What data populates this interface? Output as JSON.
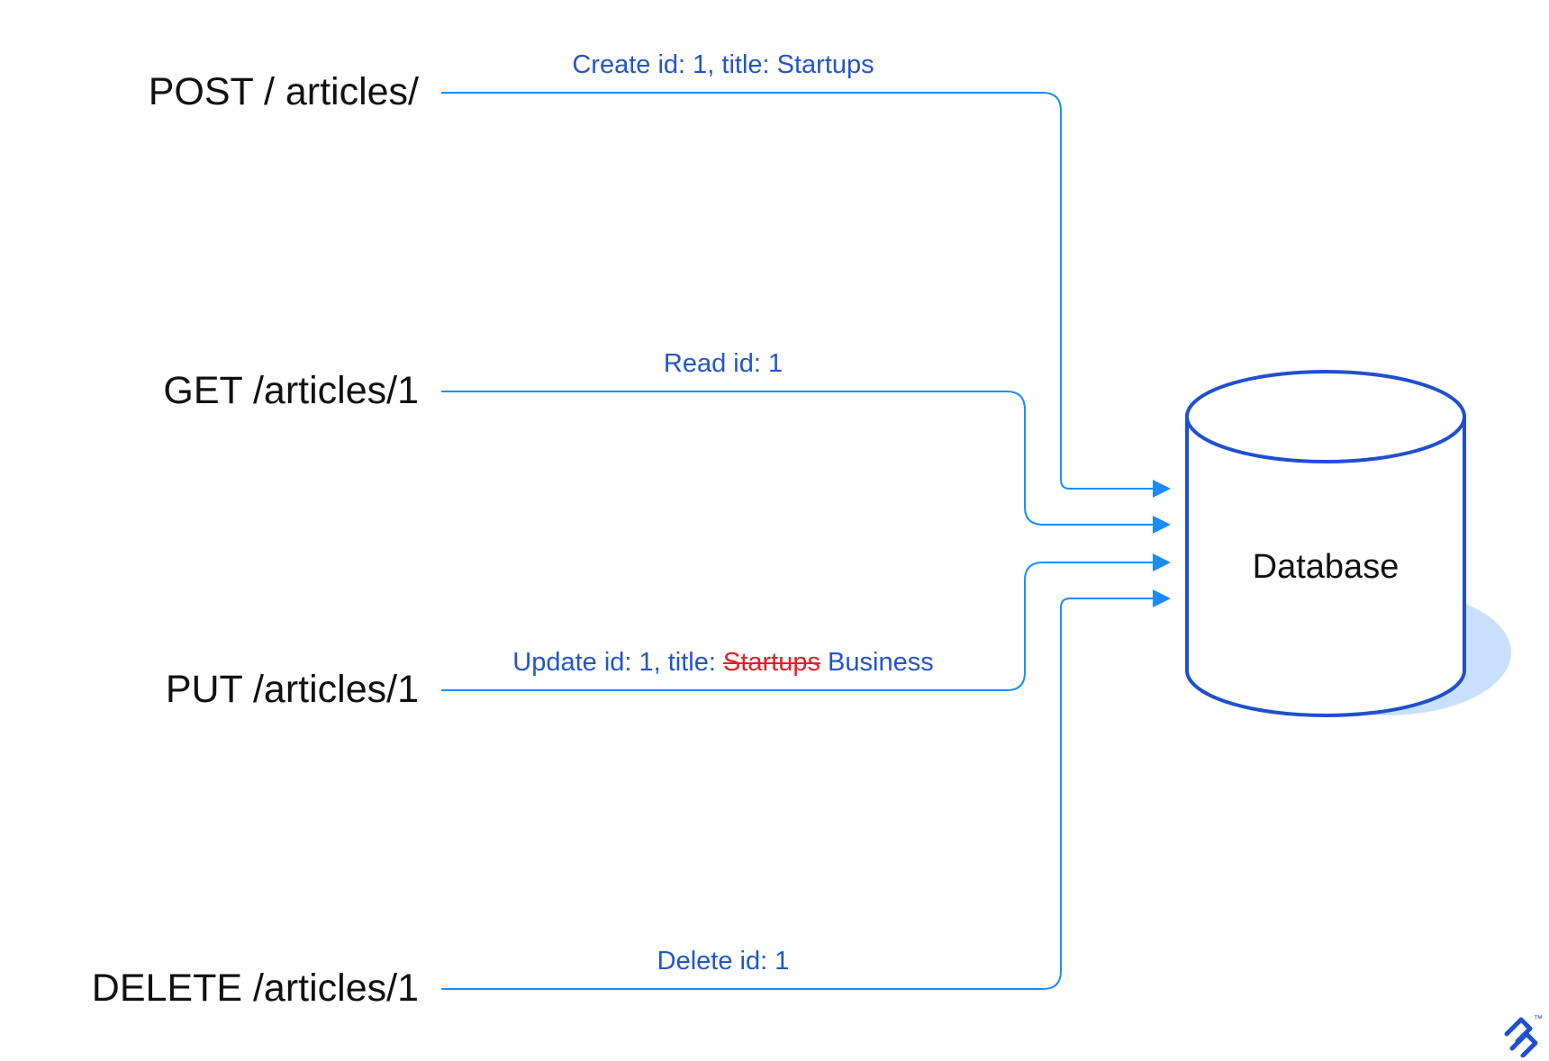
{
  "endpoints": {
    "post": "POST / articles/",
    "get": "GET /articles/1",
    "put": "PUT /articles/1",
    "delete": "DELETE /articles/1"
  },
  "operations": {
    "create": "Create id: 1, title: Startups",
    "read": "Read id: 1",
    "update_prefix": "Update id: 1, title: ",
    "update_old_title": "Startups",
    "update_new_title": " Business",
    "delete": "Delete id: 1"
  },
  "database": {
    "label": "Database"
  },
  "brand": {
    "icon": "toptal-logo-icon",
    "trademark": "™"
  },
  "colors": {
    "connector": "#1a8cff",
    "label_text": "#2255cc",
    "strikethrough": "#e4202a",
    "cylinder_stroke": "#1f4fd1",
    "cylinder_shadow": "#c9e0fb",
    "endpoint_text": "#111111"
  }
}
